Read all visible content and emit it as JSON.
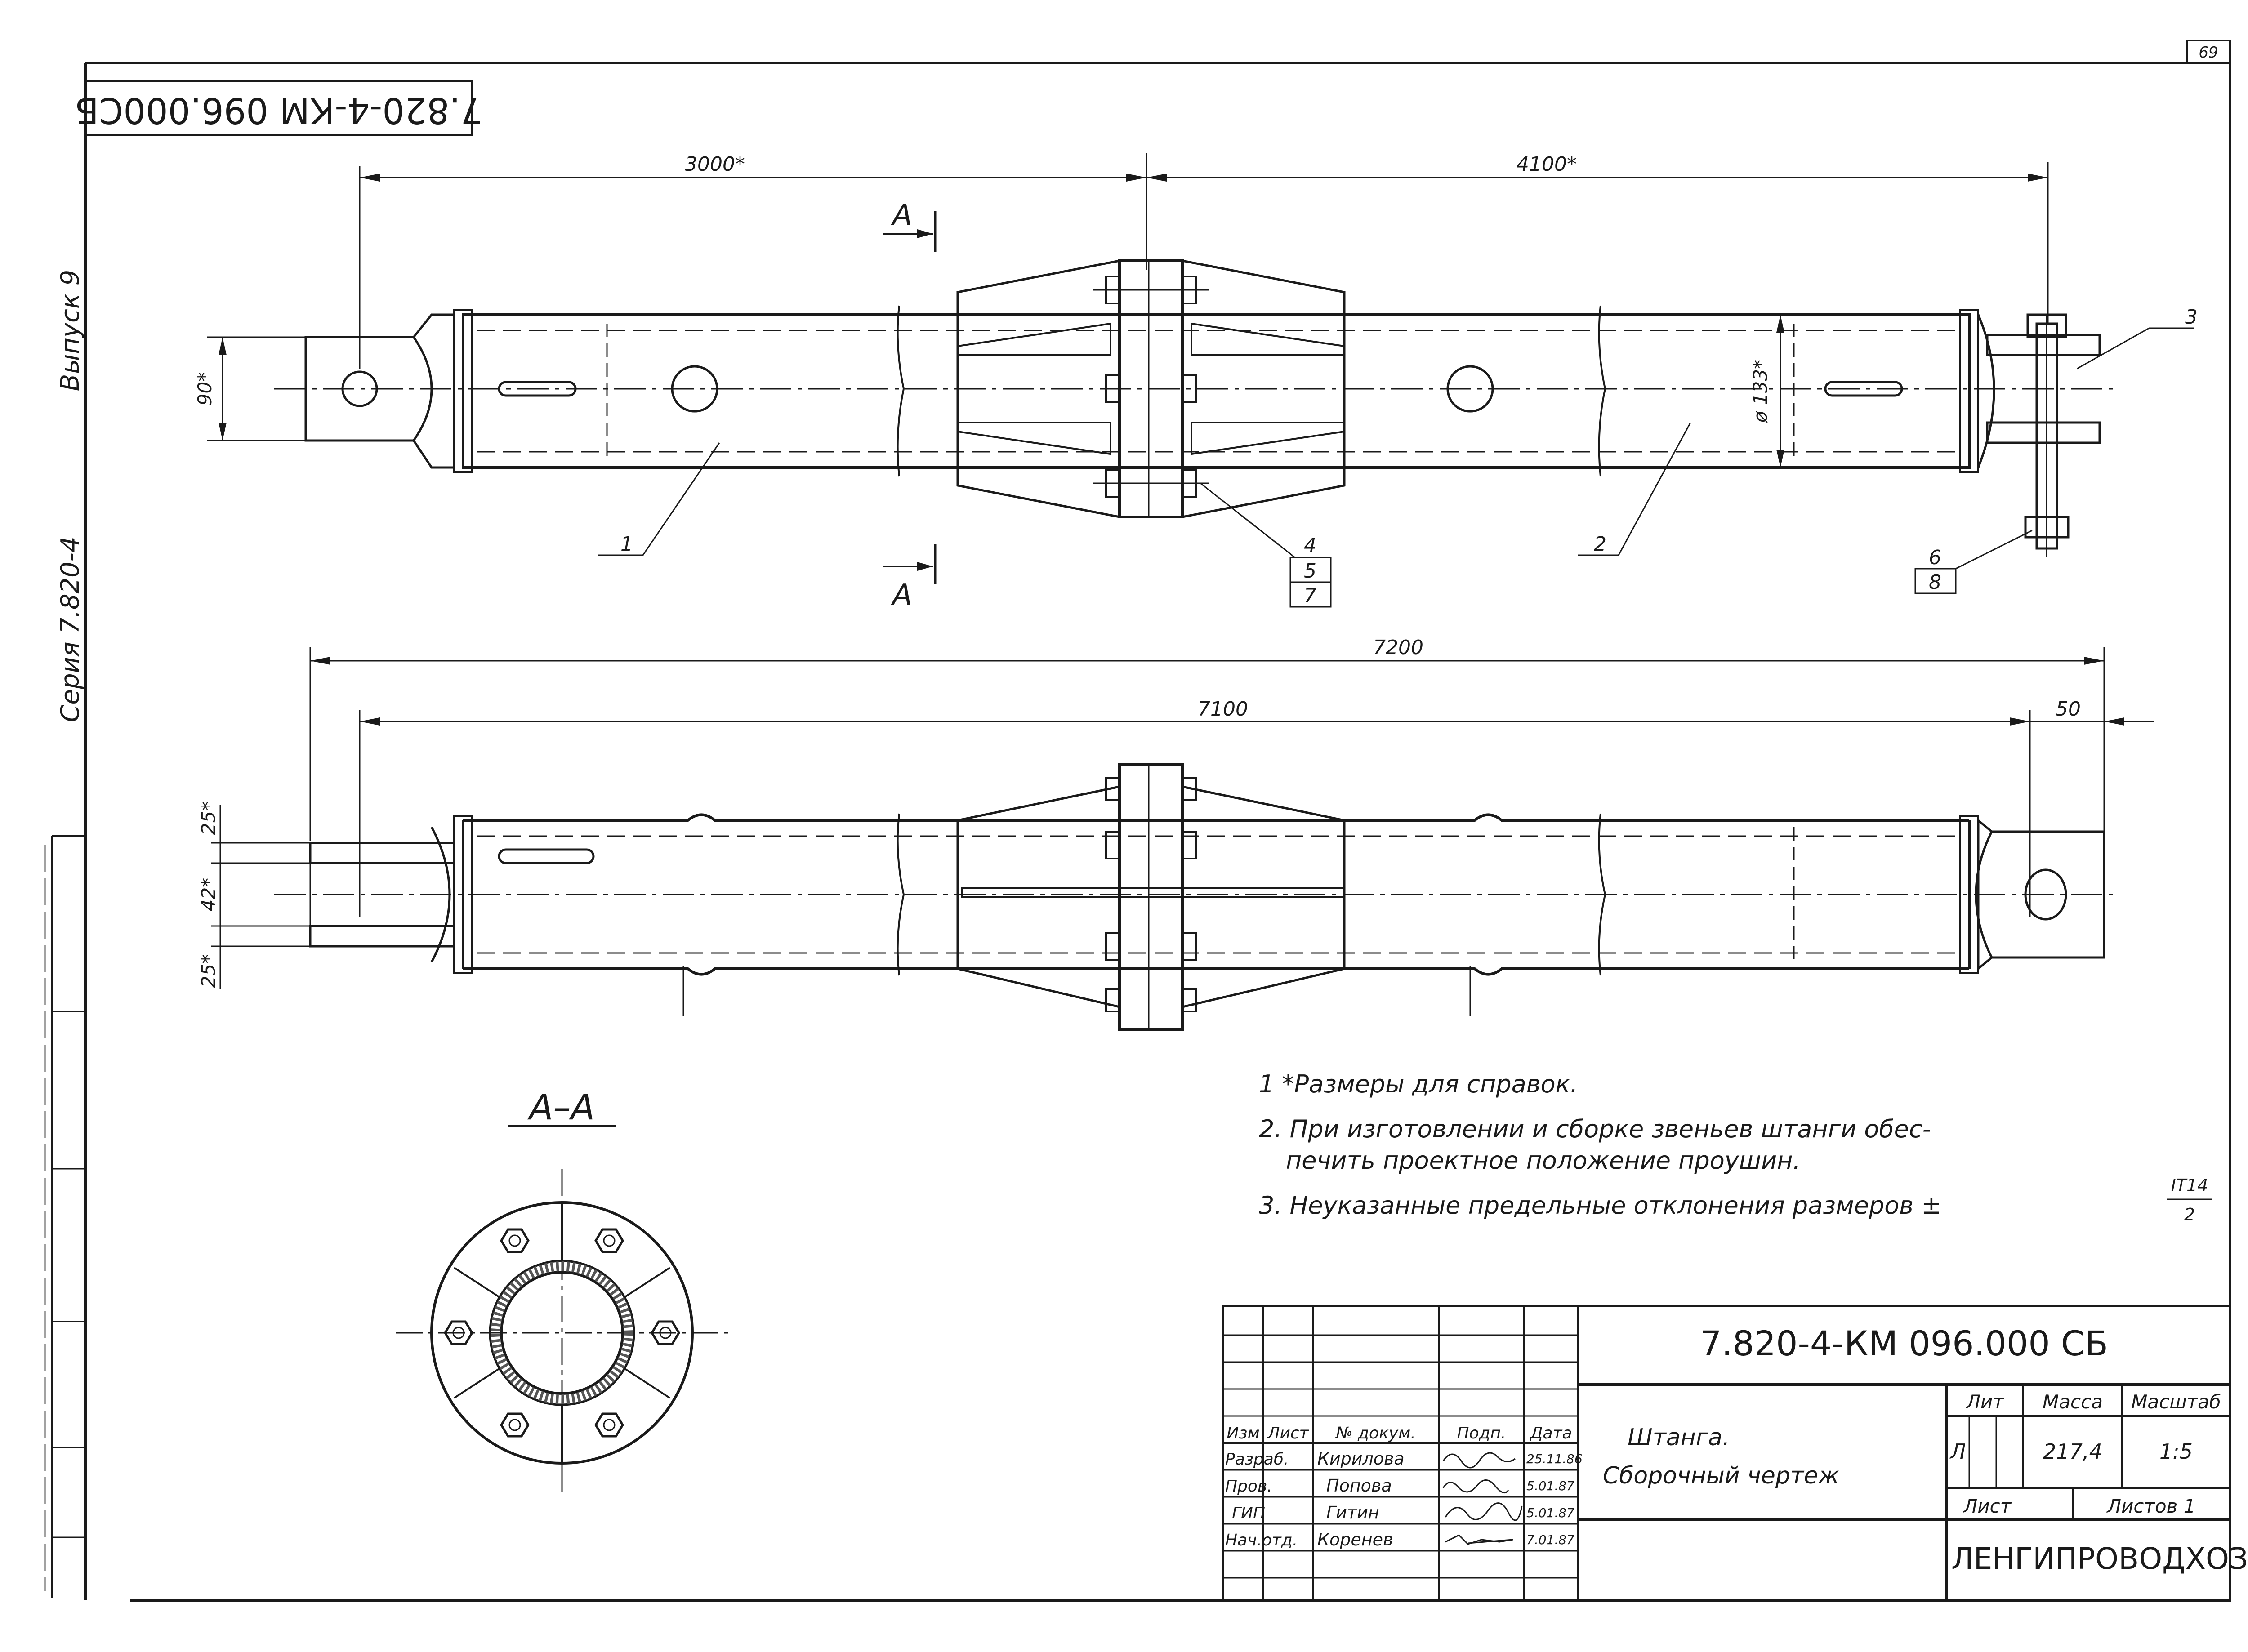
{
  "sheet_number": "69",
  "doc_code_rotated": "7.820-4-КМ 096.000СБ",
  "margin": {
    "issue": "Выпуск 9",
    "series": "Серия 7.820-4"
  },
  "top_view": {
    "dim_left": "3000",
    "dim_right": "4100",
    "dim_height": "90",
    "dim_diameter": "ø 133",
    "star": "*",
    "section_letter": "А",
    "pos": [
      "1",
      "2",
      "3",
      "4",
      "5",
      "7",
      "6",
      "8"
    ]
  },
  "bottom_view": {
    "dim_total": "7200",
    "dim_inner": "7100",
    "dim_end": "50",
    "dim_25_top": "25",
    "dim_42": "42",
    "dim_25_bottom": "25"
  },
  "section_title": "А–А",
  "notes": {
    "n1": "1 *Размеры для справок.",
    "n2a": "2. При изготовлении и сборке звеньев штанги обес-",
    "n2b": "печить проектное положение проушин.",
    "n3": "3. Неуказанные предельные отклонения размеров ±",
    "n3_num": "IT14",
    "n3_den": "2"
  },
  "title_block": {
    "code": "7.820-4-КМ 096.000 СБ",
    "heads": [
      "Изм",
      "Лист",
      "№ докум.",
      "Подп.",
      "Дата"
    ],
    "rows": [
      {
        "role": "Разраб.",
        "name": "Кирилова",
        "date": "25.11.86"
      },
      {
        "role": "Пров.",
        "name": "Попова",
        "date": "5.01.87"
      },
      {
        "role": "ГИП",
        "name": "Гитин",
        "date": "5.01.87"
      },
      {
        "role": "Нач.отд.",
        "name": "Коренев",
        "date": "7.01.87"
      }
    ],
    "name_line1": "Штанга.",
    "name_line2": "Сборочный чертеж",
    "lit_label": "Лит",
    "mass_label": "Масса",
    "scale_label": "Масштаб",
    "lit_value": "Л",
    "mass_value": "217,4",
    "scale_value": "1:5",
    "sheet_label": "Лист",
    "sheets_label": "Листов 1",
    "org": "ЛЕНГИПРОВОДХОЗ"
  }
}
